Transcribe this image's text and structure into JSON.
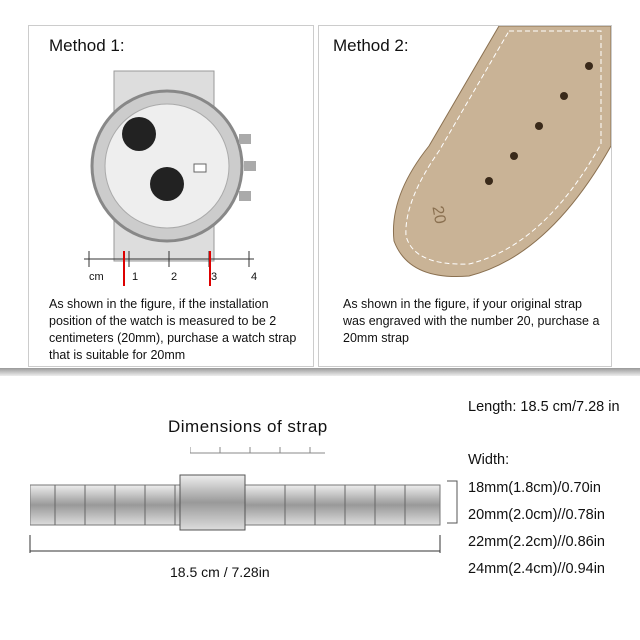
{
  "method1": {
    "title": "Method 1:",
    "description": "As shown in the figure, if the installation position of the watch is measured to be 2 centimeters (20mm), purchase a watch strap that is suitable for 20mm",
    "ruler_labels": [
      "cm",
      "1",
      "2",
      "3",
      "4"
    ]
  },
  "method2": {
    "title": "Method 2:",
    "description": "As shown in the figure, if your original strap was engraved with the number 20, purchase a 20mm strap",
    "engraving": "20"
  },
  "dimensions": {
    "title": "Dimensions of strap",
    "length_label": "18.5 cm / 7.28in"
  },
  "specs": {
    "length": "Length: 18.5 cm/7.28 in",
    "width_title": "Width:",
    "widths": [
      "18mm(1.8cm)/0.70in",
      "20mm(2.0cm)//0.78in",
      "22mm(2.2cm)//0.86in",
      "24mm(2.4cm)//0.94in"
    ]
  }
}
